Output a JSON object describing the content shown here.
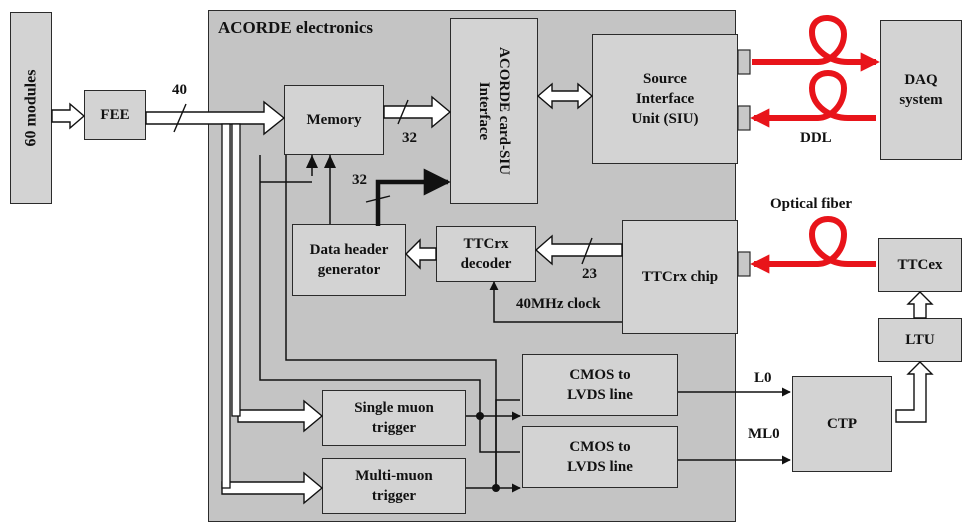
{
  "electronics_title": "ACORDE electronics",
  "modules": "60 modules",
  "fee": "FEE",
  "memory": "Memory",
  "interface": [
    "ACORDE card-SIU",
    "Interface"
  ],
  "siu": [
    "Source",
    "Interface",
    "Unit (SIU)"
  ],
  "daq": [
    "DAQ",
    "system"
  ],
  "ddl": "DDL",
  "optical_fiber": "Optical fiber",
  "ttcex": "TTCex",
  "ttcrx_chip": "TTCrx chip",
  "ttcrx_decoder": [
    "TTCrx",
    "decoder"
  ],
  "data_header": [
    "Data header",
    "generator"
  ],
  "clock": "40MHz clock",
  "bus_40": "40",
  "bus_32a": "32",
  "bus_32b": "32",
  "bus_23": "23",
  "cmos1": [
    "CMOS to",
    "LVDS line"
  ],
  "cmos2": [
    "CMOS to",
    "LVDS line"
  ],
  "single_muon": [
    "Single muon",
    "trigger"
  ],
  "multi_muon": [
    "Multi-muon",
    "trigger"
  ],
  "ltu": "LTU",
  "ctp": "CTP",
  "l0": "L0",
  "ml0": "ML0",
  "colors": {
    "block": "#d3d3d3",
    "panel": "#c4c4c4",
    "fiber": "#e8141a",
    "line": "#111111"
  }
}
